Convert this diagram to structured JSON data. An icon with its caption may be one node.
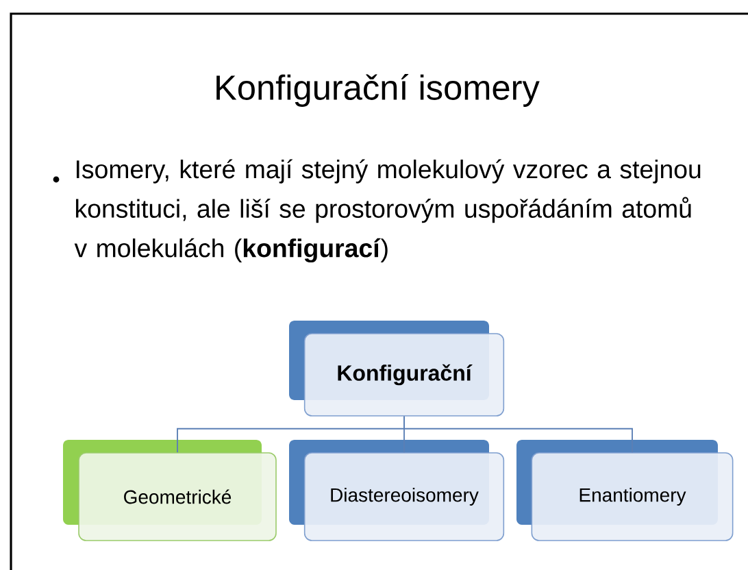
{
  "diagram": {
    "title": "Konfigurační isomery",
    "nodes": [
      {
        "text": [
          "Konfigurační"
        ]
      },
      {
        "text": [
          "Geometrické"
        ]
      },
      {
        "text": [
          "Diastereoisomery"
        ]
      },
      {
        "text": [
          "Enantiomery"
        ]
      }
    ],
    "edges": [
      {
        "from": 0,
        "to": 1,
        "arrow": "none"
      },
      {
        "from": 0,
        "to": 2,
        "arrow": "none"
      },
      {
        "from": 0,
        "to": 3,
        "arrow": "none"
      }
    ],
    "labels": [
      "Isomery, které mají stejný molekulový vzorec a stejnou konstituci, ale liší se prostorovým uspořádáním atomů v molekulách (**konfigurací**)"
    ]
  }
}
